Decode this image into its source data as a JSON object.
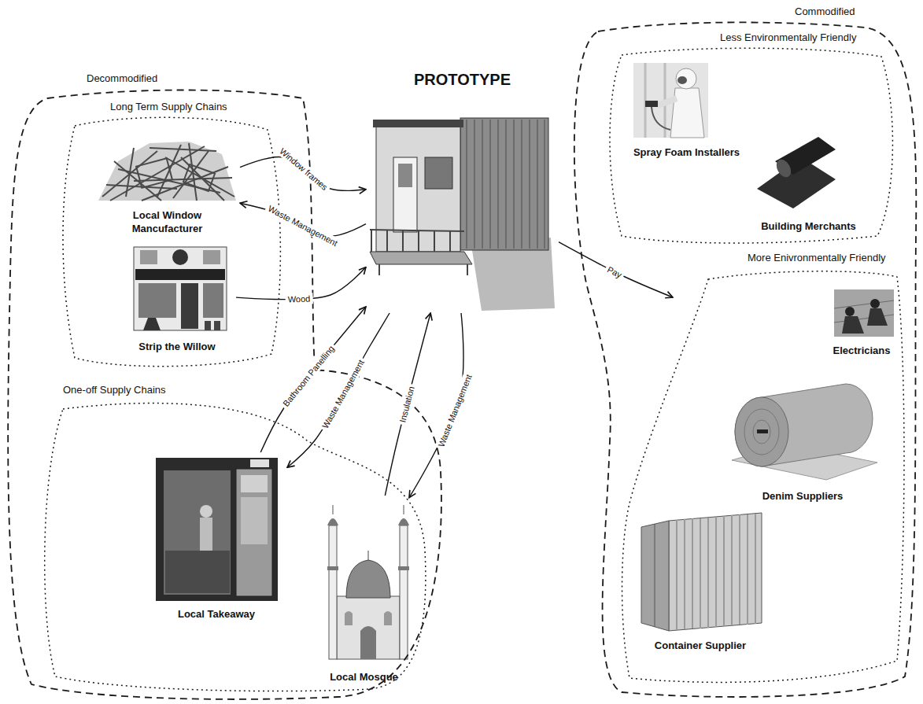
{
  "diagram": {
    "nodes": [
      {
        "text": [
          "Decommodified"
        ]
      },
      {
        "text": [
          "Long Term Supply Chains"
        ],
        "in": 0
      },
      {
        "text": [
          "Local Window Mancufacturer"
        ],
        "in": 1
      },
      {
        "text": [
          "Strip the Willow"
        ],
        "in": 1
      },
      {
        "text": [
          "One-off Supply Chains"
        ],
        "in": 0
      },
      {
        "text": [
          "Local Takeaway"
        ],
        "in": 4
      },
      {
        "text": [
          "Local Mosque"
        ],
        "in": 4
      },
      {
        "text": [
          "PROTOTYPE"
        ]
      },
      {
        "text": [
          "Commodified"
        ]
      },
      {
        "text": [
          "Less Environmentally Friendly"
        ],
        "in": 8
      },
      {
        "text": [
          "Spray Foam Installers"
        ],
        "in": 9
      },
      {
        "text": [
          "Building Merchants"
        ],
        "in": 9
      },
      {
        "text": [
          "More Enivronmentally Friendly"
        ],
        "in": 8
      },
      {
        "text": [
          "Electricians"
        ],
        "in": 12
      },
      {
        "text": [
          "Denim Suppliers"
        ],
        "in": 12
      },
      {
        "text": [
          "Container Supplier"
        ],
        "in": 12
      }
    ],
    "edges": [
      {
        "from": 2,
        "to": 7,
        "label": "Window frames",
        "arrow": "to"
      },
      {
        "from": 7,
        "to": 2,
        "label": "Waste Management",
        "arrow": "to"
      },
      {
        "from": 3,
        "to": 7,
        "label": "Wood",
        "arrow": "to"
      },
      {
        "from": 5,
        "to": 7,
        "label": "Bathroom Panelling",
        "arrow": "to"
      },
      {
        "from": 7,
        "to": 5,
        "label": "Waste Management",
        "arrow": "to"
      },
      {
        "from": 6,
        "to": 7,
        "label": "Insulation",
        "arrow": "to"
      },
      {
        "from": 7,
        "to": 6,
        "label": "Waste Management",
        "arrow": "to"
      },
      {
        "from": 7,
        "to": 8,
        "label": "Pay",
        "arrow": "to"
      }
    ]
  }
}
